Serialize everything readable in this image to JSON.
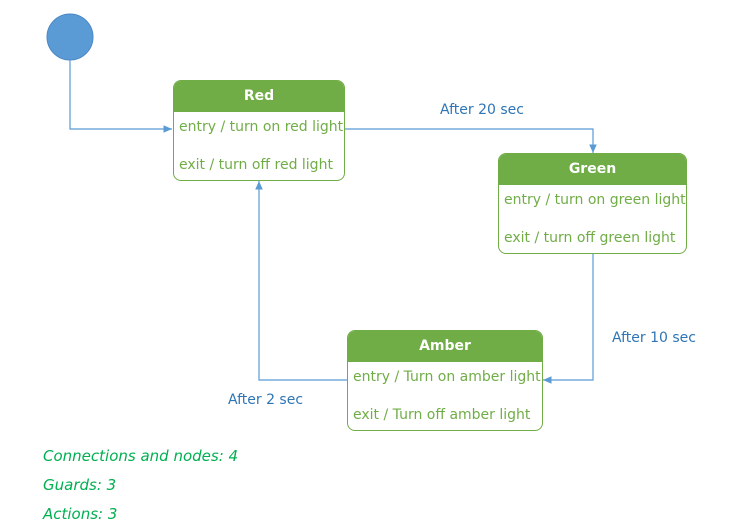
{
  "states": {
    "red": {
      "name": "Red",
      "entry": "entry / turn on red light",
      "exit": "exit / turn off red light"
    },
    "green": {
      "name": "Green",
      "entry": "entry / turn on green light",
      "exit": "exit / turn off green light"
    },
    "amber": {
      "name": "Amber",
      "entry": "entry / Turn on amber light",
      "exit": "exit / Turn off amber light"
    }
  },
  "transitions": {
    "red_to_green": "After 20 sec",
    "green_to_amber": "After 10 sec",
    "amber_to_red": "After 2 sec"
  },
  "metrics": {
    "connections_nodes": "Connections and nodes: 4",
    "guards": "Guards: 3",
    "actions": "Actions: 3"
  },
  "colors": {
    "state_green": "#70ad47",
    "edge_blue": "#5b9bd5",
    "label_blue": "#2e75b6",
    "initial_node": "#5b9bd5",
    "metrics_green": "#00b050"
  }
}
